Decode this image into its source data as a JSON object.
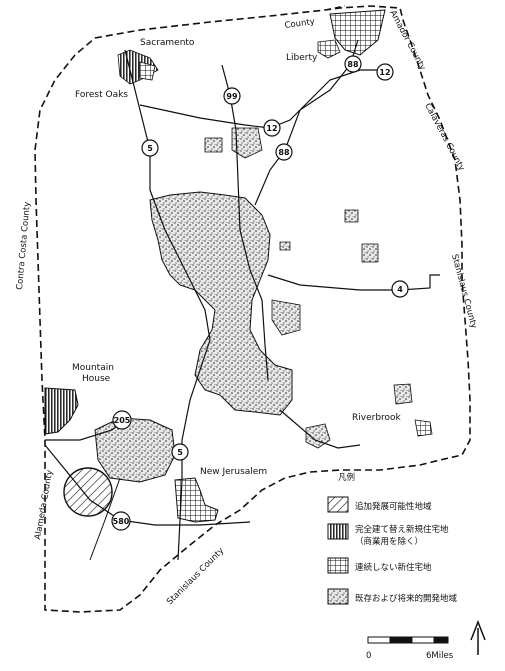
{
  "places": {
    "sacramento": "Sacramento",
    "liberty": "Liberty",
    "forest_oaks": "Forest Oaks",
    "mountain_house_1": "Mountain",
    "mountain_house_2": "House",
    "riverbrook": "Riverbrook",
    "new_jerusalem": "New Jerusalem"
  },
  "counties": {
    "amador_top": "County",
    "amador_right": "Amador County",
    "calaveras": "Calaveras County",
    "stanislaus_right": "Stanislaus County",
    "contra_costa": "Contra Costa County",
    "alameda": "Alameda County",
    "stanislaus_bottom": "Stanislaus County"
  },
  "routes": {
    "r99": "99",
    "r88a": "88",
    "r88b": "88",
    "r12a": "12",
    "r12b": "12",
    "r5a": "5",
    "r5b": "5",
    "r4": "4",
    "r205": "205",
    "r580": "580"
  },
  "legend": {
    "title": "凡例",
    "items": [
      {
        "key": "diagonal",
        "label": "追加発展可能性地域"
      },
      {
        "key": "vertical",
        "label": "完全建て替え新規住宅地"
      },
      {
        "key": "vertical_sub",
        "label": "（商業用を除く）"
      },
      {
        "key": "grid",
        "label": "連続しない新住宅地"
      },
      {
        "key": "stipple",
        "label": "既存および将来的開発地域"
      }
    ]
  },
  "scale": {
    "start": "0",
    "end": "6Miles"
  },
  "north_arrow": {
    "label": "N"
  }
}
